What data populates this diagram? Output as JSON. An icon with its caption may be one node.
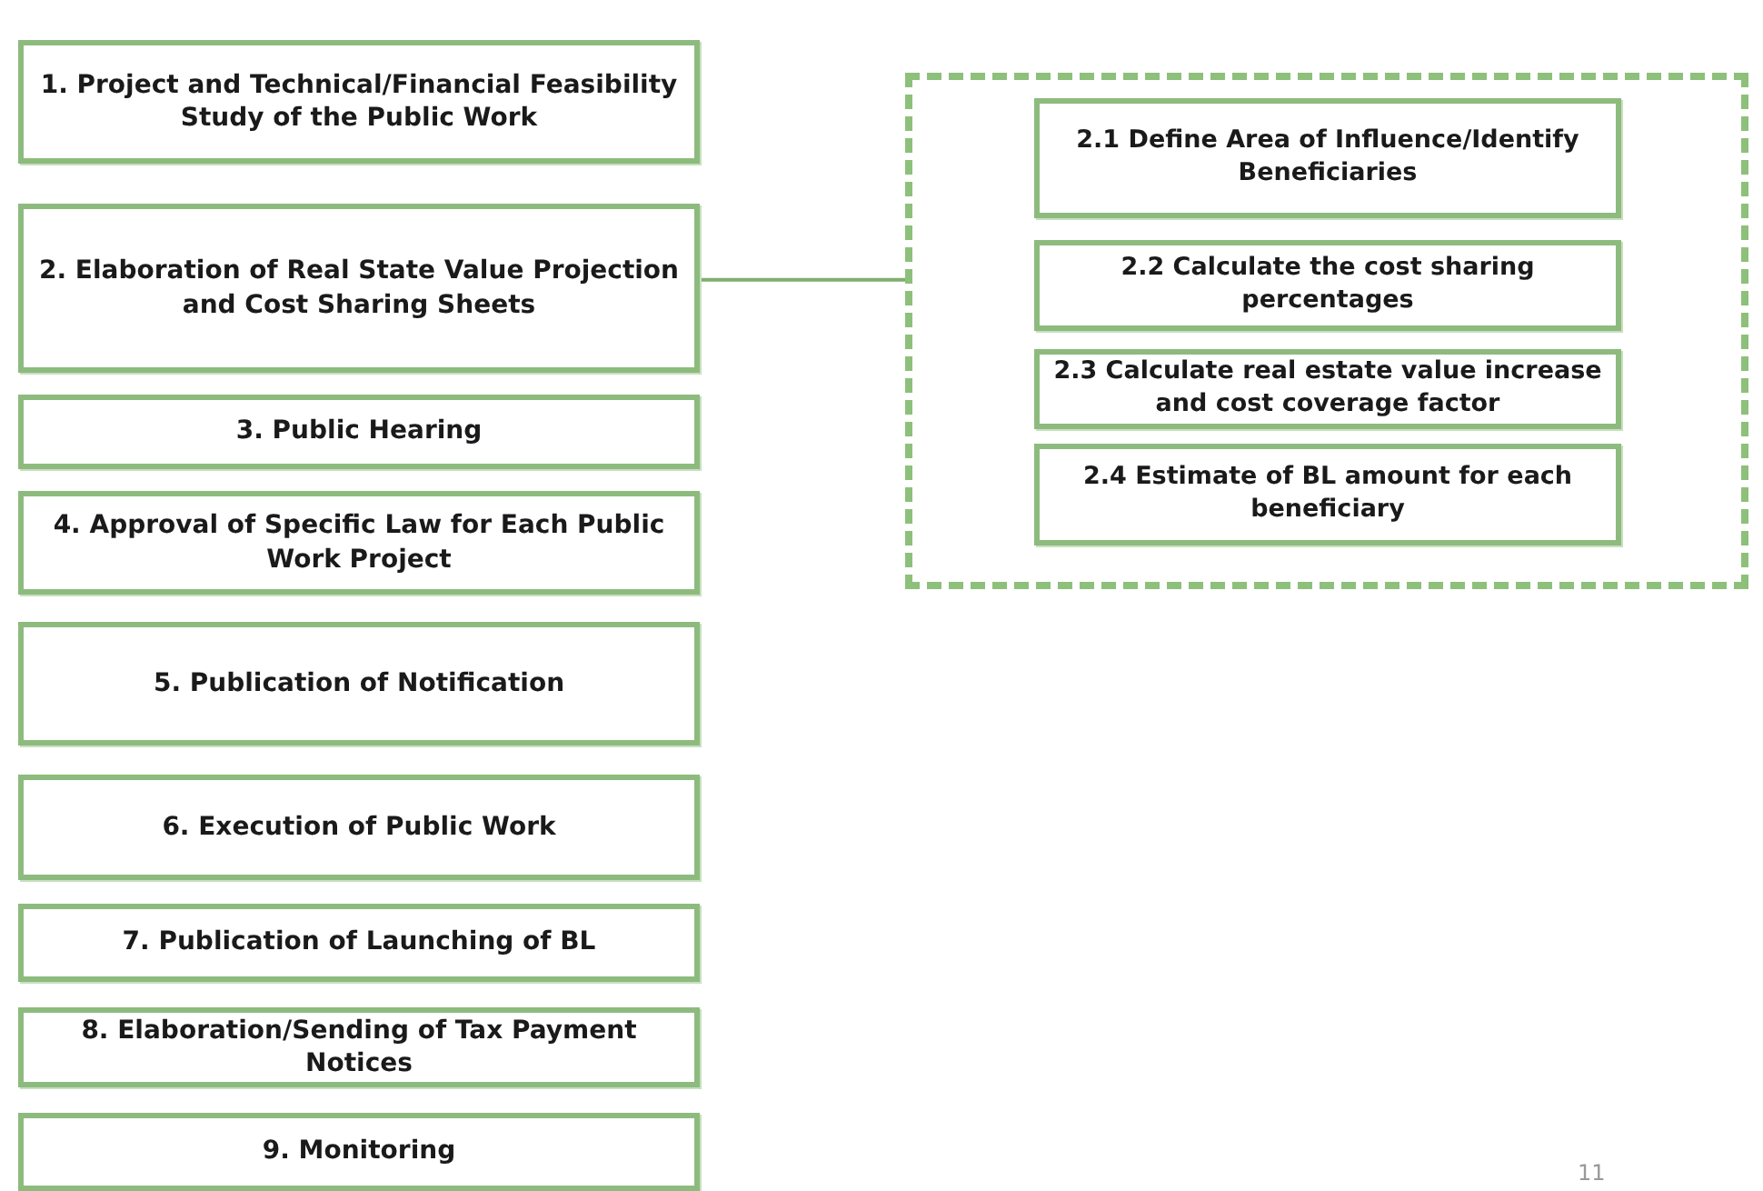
{
  "diagram": {
    "nodes": [
      {
        "text": [
          "1. Project and Technical/Financial Feasibility Study of the Public Work"
        ]
      },
      {
        "text": [
          "2. Elaboration of Real State Value Projection and Cost Sharing Sheets"
        ]
      },
      {
        "text": [
          "3. Public Hearing"
        ]
      },
      {
        "text": [
          "4. Approval of Specific Law for Each Public Work Project"
        ]
      },
      {
        "text": [
          "5. Publication of Notification"
        ]
      },
      {
        "text": [
          "6. Execution of Public Work"
        ]
      },
      {
        "text": [
          "7. Publication of Launching of BL"
        ]
      },
      {
        "text": [
          "8. Elaboration/Sending of Tax Payment Notices"
        ]
      },
      {
        "text": [
          "9. Monitoring"
        ]
      },
      {
        "text": [],
        "shape": "box"
      },
      {
        "text": [
          "2.1 Define Area of Influence/Identify Beneficiaries"
        ],
        "in": 9
      },
      {
        "text": [
          "2.2 Calculate the cost sharing percentages"
        ],
        "in": 9
      },
      {
        "text": [
          "2.3 Calculate real estate value increase and cost coverage factor"
        ],
        "in": 9
      },
      {
        "text": [
          "2.4 Estimate of BL amount for each beneficiary"
        ],
        "in": 9
      }
    ],
    "edges": [
      {
        "from": 1,
        "to": 9,
        "arrow": "none"
      }
    ],
    "labels": [
      "11"
    ]
  }
}
